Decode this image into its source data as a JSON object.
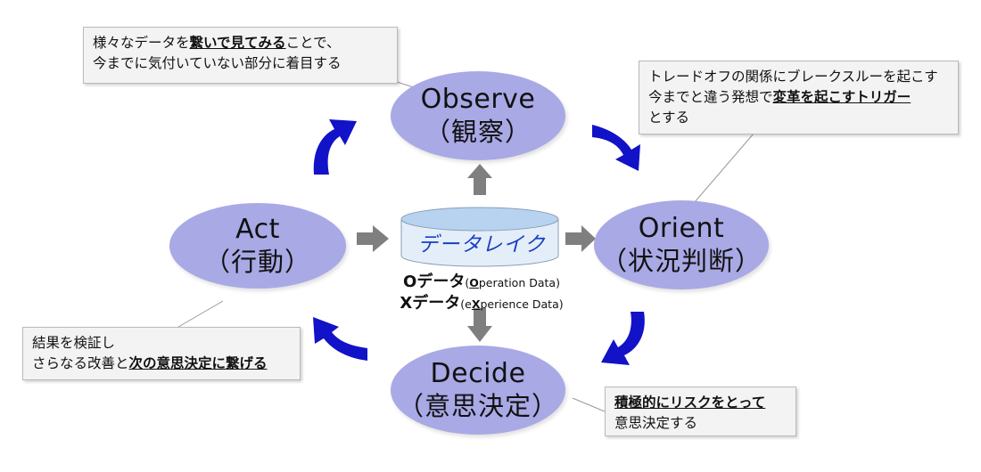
{
  "nodes": {
    "observe": {
      "en": "Observe",
      "jp": "（観察）"
    },
    "orient": {
      "en": "Orient",
      "jp": "（状況判断）"
    },
    "decide": {
      "en": "Decide",
      "jp": "（意思決定）"
    },
    "act": {
      "en": "Act",
      "jp": "（行動）"
    }
  },
  "data_lake": {
    "label": "データレイク",
    "o_data": {
      "letter": "O",
      "label": "データ",
      "paren_open": "(",
      "initial": "O",
      "rest": "peration Data)"
    },
    "x_data": {
      "letter": "X",
      "label": "データ",
      "paren_open": "(e",
      "initial": "X",
      "rest": "perience Data)"
    }
  },
  "notes": {
    "observe": {
      "line1_a": "様々なデータを",
      "line1_b": "繋いで見てみる",
      "line1_c": "ことで、",
      "line2": "今までに気付いていない部分に着目する"
    },
    "orient": {
      "line1": "トレードオフの関係にブレークスルーを起こす",
      "line2_a": "今までと違う発想で",
      "line2_b": "変革を起こすトリガー",
      "line3": "とする"
    },
    "act": {
      "line1": "結果を検証し",
      "line2_a": "さらなる改善と",
      "line2_b": "次の意思決定に繋げる"
    },
    "decide": {
      "line1_b": "積極的にリスクをとって",
      "line2": "意思決定する"
    }
  },
  "colors": {
    "node_fill": "#a9a9e6",
    "cycle_arrow": "#1212c8",
    "gray_arrow": "#7f7f7f",
    "lake_top": "#b7d3ef",
    "lake_text": "#1a3ec0"
  }
}
